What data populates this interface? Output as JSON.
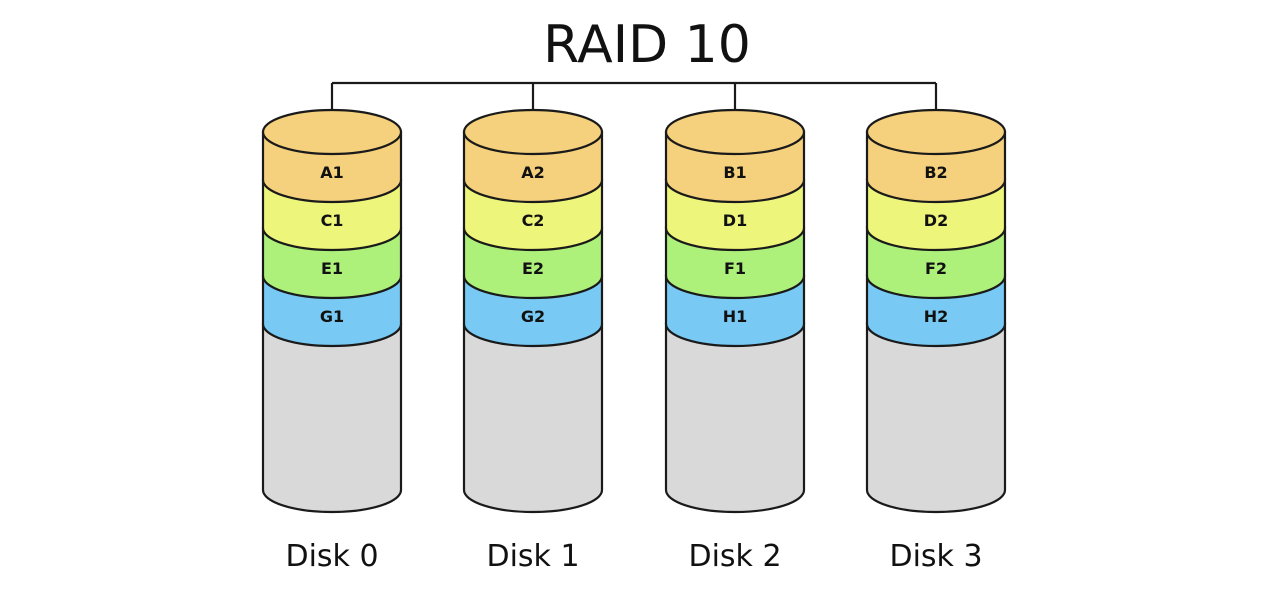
{
  "title": "RAID 10",
  "colors": {
    "row_A_B": "#f5d07d",
    "row_C_D": "#eef57b",
    "row_E_F": "#adf07a",
    "row_G_H": "#78c9f3",
    "empty": "#d9d9d9",
    "outline": "#1a1a1a"
  },
  "disks": [
    {
      "label": "Disk 0",
      "blocks": [
        "A1",
        "C1",
        "E1",
        "G1"
      ]
    },
    {
      "label": "Disk 1",
      "blocks": [
        "A2",
        "C2",
        "E2",
        "G2"
      ]
    },
    {
      "label": "Disk 2",
      "blocks": [
        "B1",
        "D1",
        "F1",
        "H1"
      ]
    },
    {
      "label": "Disk 3",
      "blocks": [
        "B2",
        "D2",
        "F2",
        "H2"
      ]
    }
  ]
}
